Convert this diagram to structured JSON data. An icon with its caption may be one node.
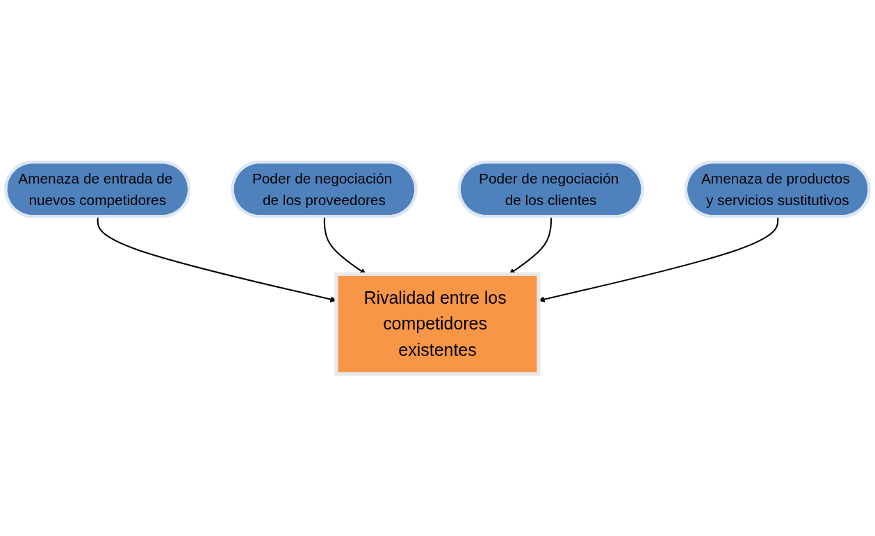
{
  "diagram": {
    "nodes": [
      {
        "text": [
          "Amenaza de entrada de nuevos competidores"
        ]
      },
      {
        "text": [
          "Poder de negociación de los proveedores"
        ]
      },
      {
        "text": [
          "Rivalidad entre los competidores existentes"
        ]
      },
      {
        "text": [
          "Poder de negociación de los clientes"
        ]
      },
      {
        "text": [
          "Amenaza de productos y servicios sustitutivos"
        ]
      }
    ],
    "edges": [
      {
        "from": 0,
        "to": 2,
        "arrow": "to"
      },
      {
        "from": 1,
        "to": 2,
        "arrow": "to"
      },
      {
        "from": 3,
        "to": 2,
        "arrow": "to"
      },
      {
        "from": 4,
        "to": 2,
        "arrow": "to"
      }
    ]
  }
}
